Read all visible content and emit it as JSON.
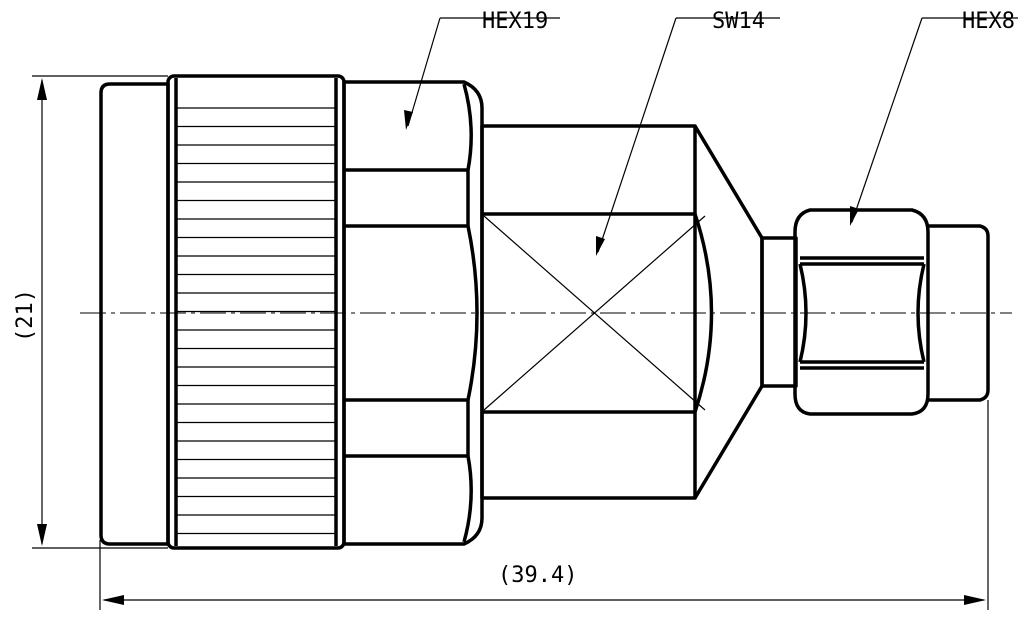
{
  "labels": {
    "hex19": "HEX19",
    "sw14": "SW14",
    "hex8": "HEX8",
    "height_dim": "(21)",
    "length_dim": "(39.4)"
  }
}
